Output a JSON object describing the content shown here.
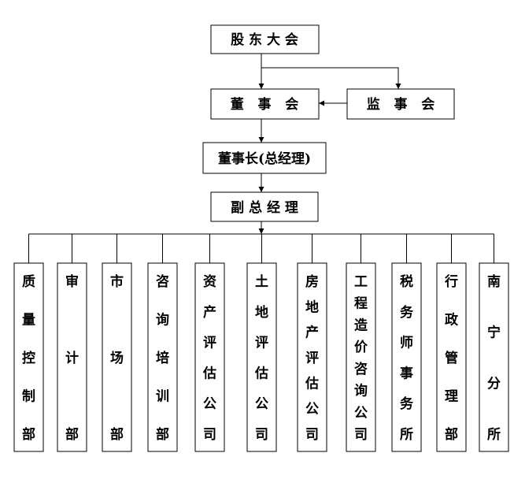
{
  "nodes": {
    "shareholders": "股 东 大 会",
    "board": "董   事   会",
    "supervisors": "监   事   会",
    "chairman": "董事长(总经理)",
    "vice_gm": "副 总 经 理"
  },
  "departments": [
    "质量控制部",
    "审计部",
    "市场部",
    "咨询培训部",
    "资产评估公司",
    "土地评估公司",
    "房地产评估公司",
    "工程造价咨询公司",
    "税务师事务所",
    "行政管理部",
    "南宁分所"
  ]
}
